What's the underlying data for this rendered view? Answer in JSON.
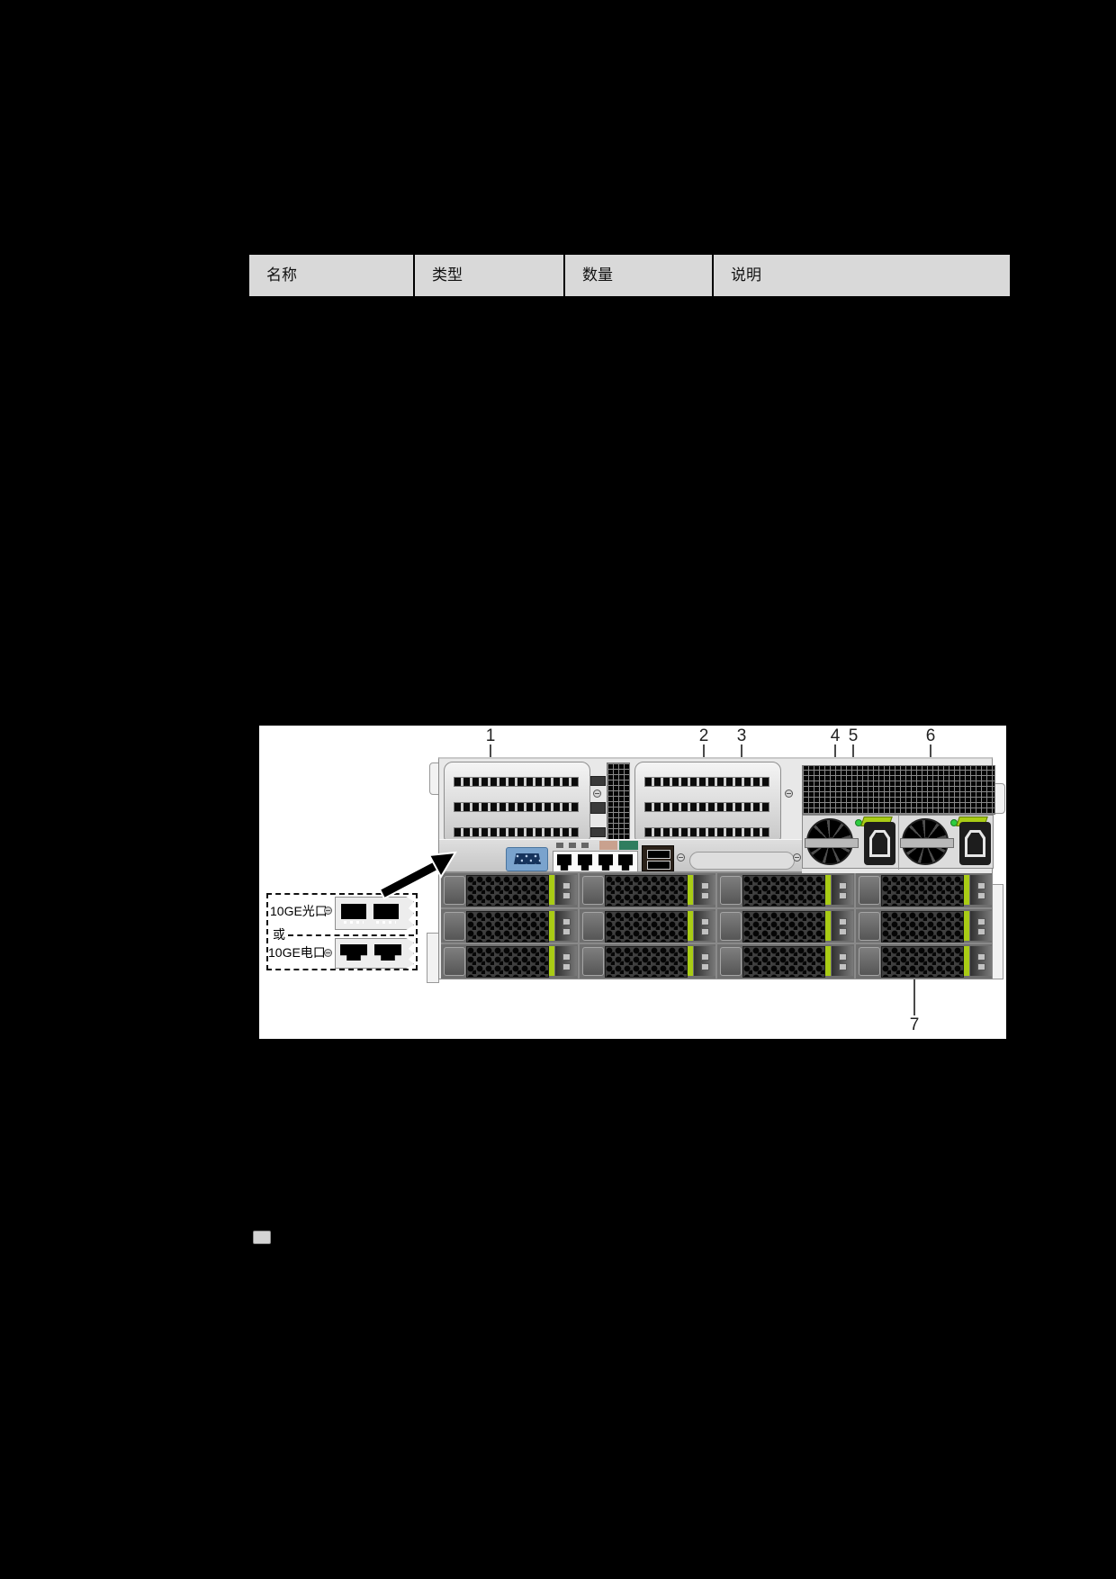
{
  "table": {
    "headers": [
      "名称",
      "类型",
      "数量",
      "说明"
    ]
  },
  "figure": {
    "callouts": [
      {
        "label": "1"
      },
      {
        "label": "2"
      },
      {
        "label": "3"
      },
      {
        "label": "4"
      },
      {
        "label": "5"
      },
      {
        "label": "6"
      },
      {
        "label": "7"
      }
    ],
    "inset": {
      "optical_port_label": "10GE光口",
      "or_label": "或",
      "electrical_port_label": "10GE电口"
    },
    "icons": {
      "vga_port": "vga-port-icon",
      "ethernet_ports": "ethernet-port-icon",
      "usb_ports": "usb-port-icon",
      "psu_fan": "fan-icon",
      "power_inlet": "power-inlet-icon",
      "screws": "screw-icon",
      "vent": "vent-grille-icon",
      "drive": "drive-tray"
    }
  },
  "colors": {
    "page_bg": "#000000",
    "header_bg": "#d9d9d9",
    "canvas_bg": "#ffffff",
    "chassis": "#e8e8e8",
    "accent_green": "#a9cc15",
    "vga_blue": "#7aa3cd",
    "label_tan": "#c9a18e",
    "label_green": "#2f7d5f"
  }
}
